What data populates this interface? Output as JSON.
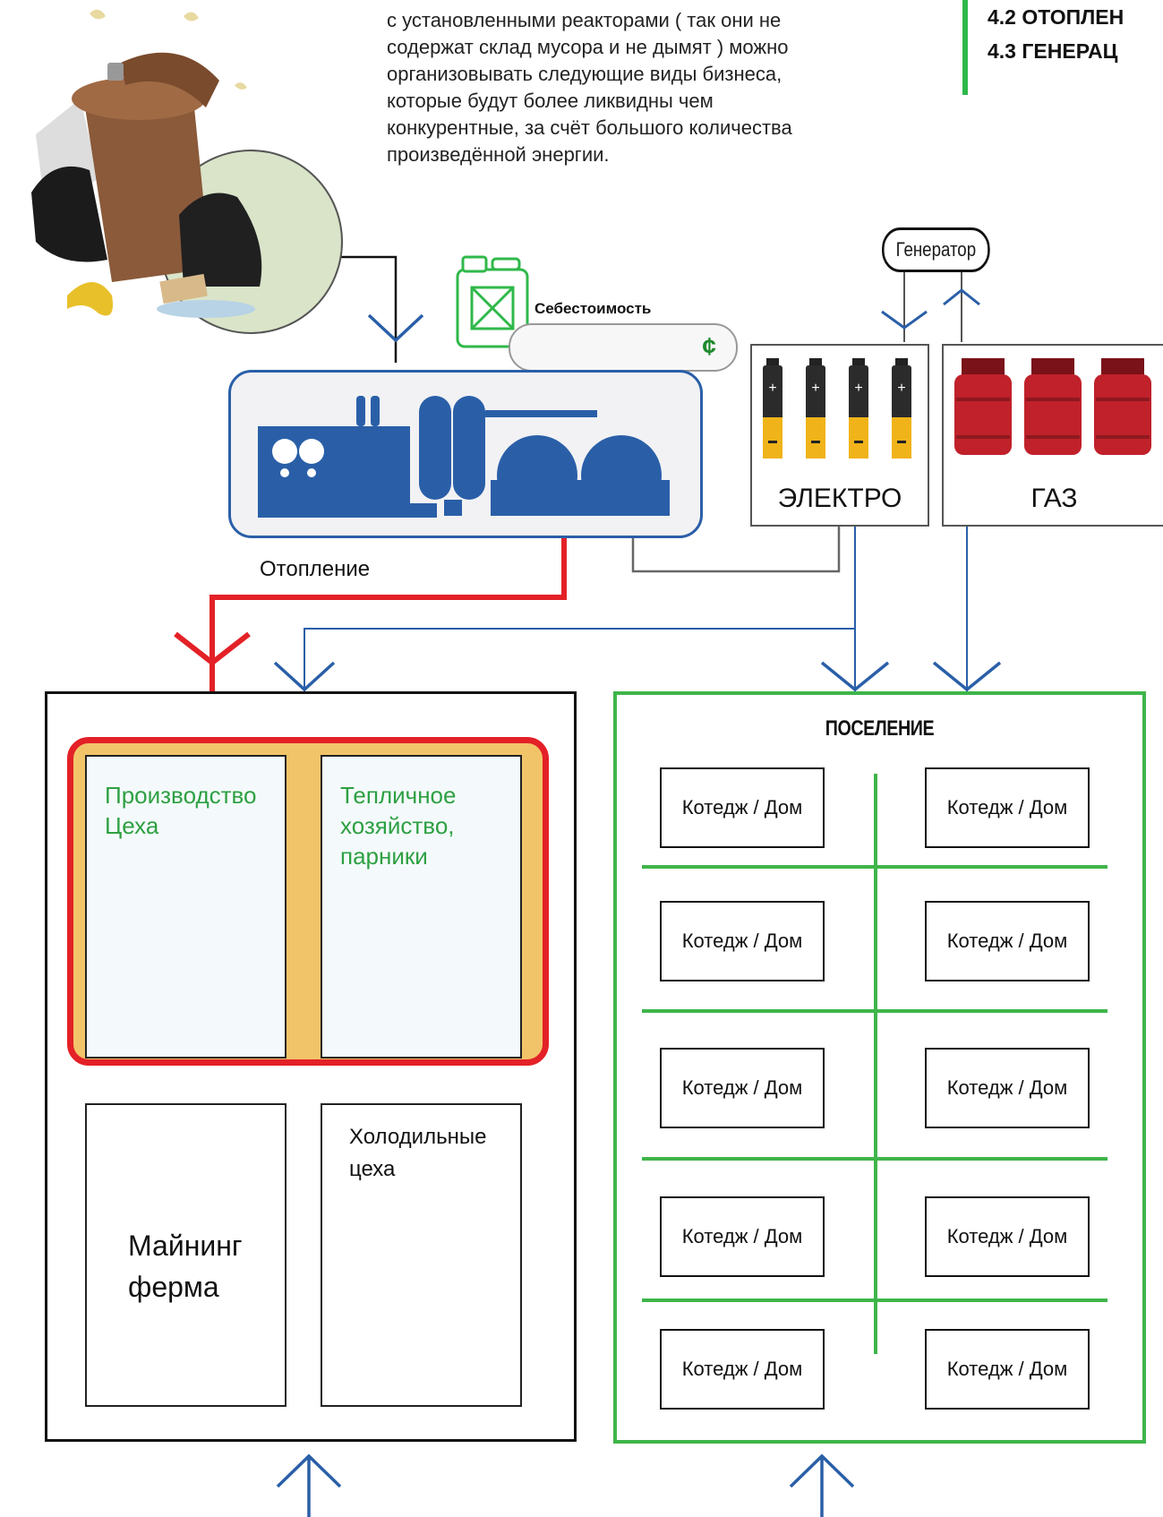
{
  "intro_text": "с установленными реакторами ( так они не\nсодержат склад мусора и не дымят ) можно\nорганизовывать следующие виды бизнеса,\nкоторые будут более ликвидны чем\nконкурентные, за счёт большого количества\nпроизведённой энергии.",
  "menu": {
    "items": [
      "4.2 ОТОПЛЕН",
      "4.3 ГЕНЕРАЦ"
    ]
  },
  "generator_label": "Генератор",
  "cost": {
    "label": "Себестоимость",
    "currency_symbol": "¢",
    "value": ""
  },
  "resources": {
    "electro_label": "ЭЛЕКТРО",
    "gas_label": "ГАЗ"
  },
  "heating_label": "Отопление",
  "enterprise": {
    "warm_cells": [
      "Производство\nЦеха",
      "Тепличное\nхозяйство,\nпарники"
    ],
    "mining_label": "Майнинг\nферма",
    "cold_label": "Холодильные\nцеха"
  },
  "settlement": {
    "title": "ПОСЕЛЕНИЕ",
    "houses": [
      "Котедж / Дом",
      "Котедж / Дом",
      "Котедж / Дом",
      "Котедж / Дом",
      "Котедж / Дом",
      "Котедж / Дом",
      "Котедж / Дом",
      "Котедж / Дом",
      "Котедж / Дом",
      "Котедж / Дом"
    ]
  },
  "colors": {
    "heating": "#e32127",
    "power": "#2a5fa8",
    "settlement": "#3fb54a",
    "accent": "#2fb84a",
    "warm_zone": "#f2c46a",
    "gas": "#c0212a"
  },
  "icons": [
    "trash-can-illustration",
    "fuel-canister-icon",
    "reactor-plant-icon",
    "battery-icon",
    "gas-cylinder-icon"
  ]
}
